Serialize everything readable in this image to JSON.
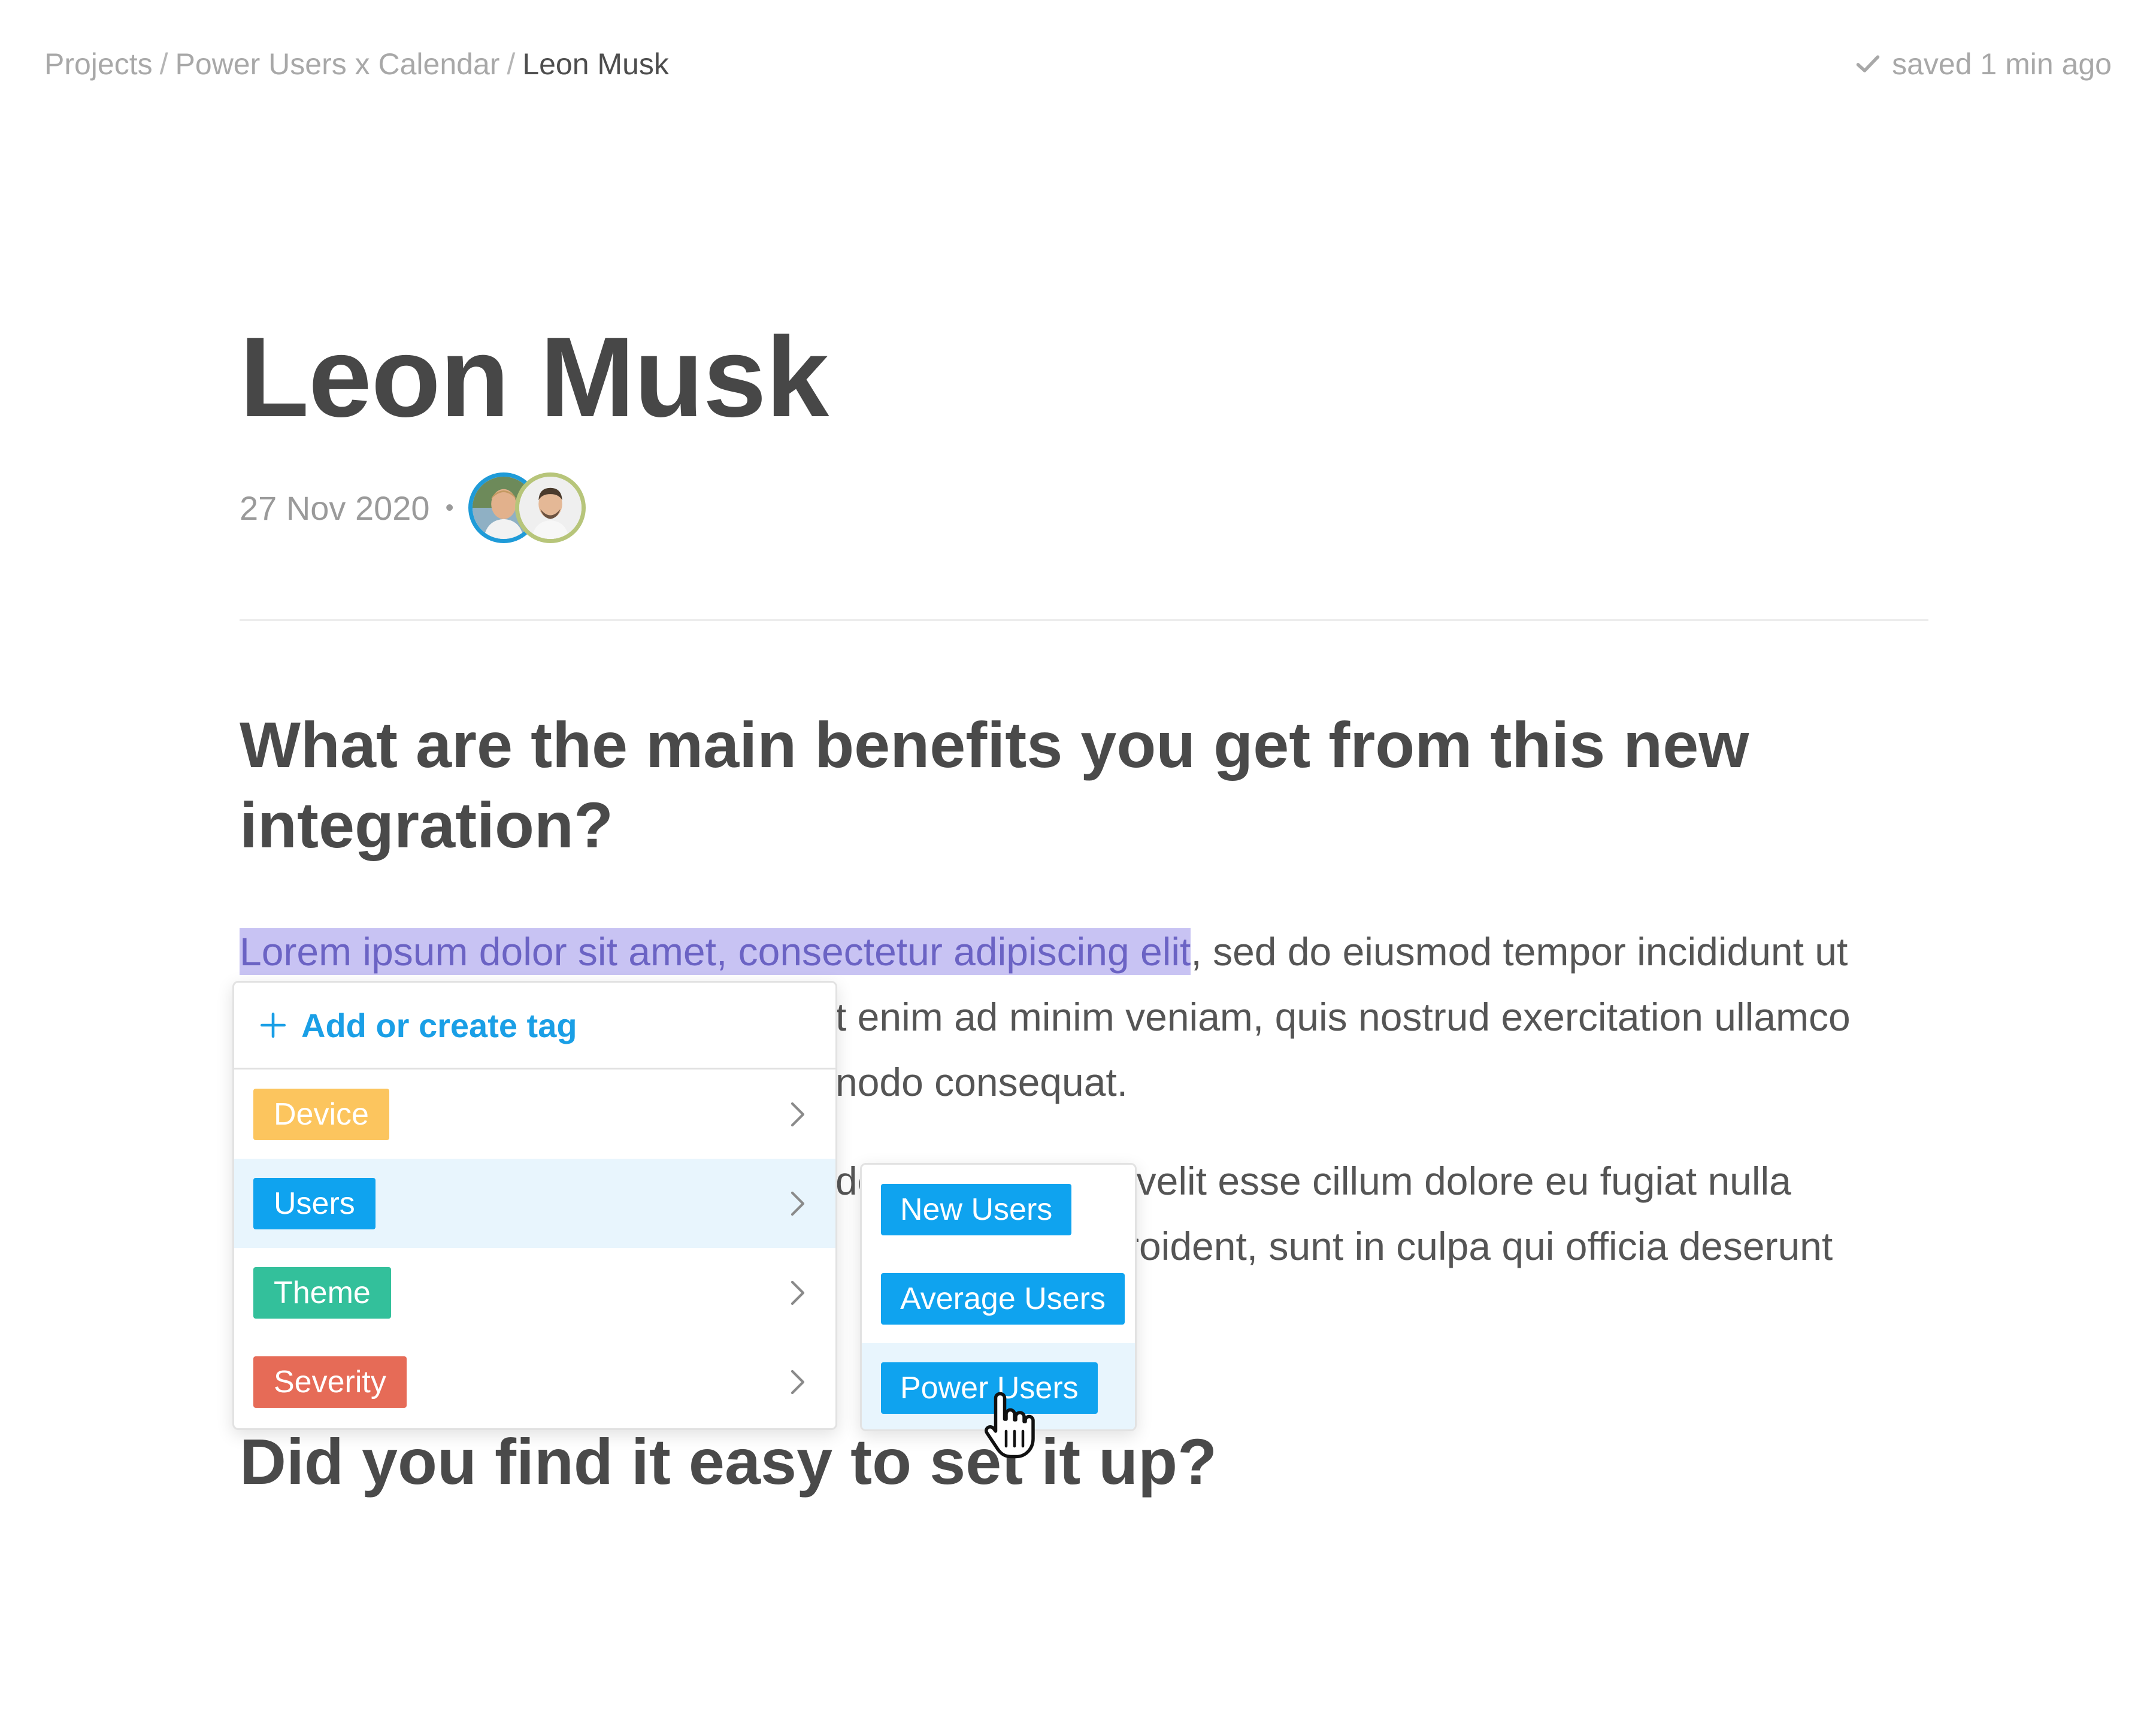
{
  "breadcrumb": {
    "items": [
      "Projects",
      "Power Users x Calendar"
    ],
    "separator": "/",
    "current": "Leon Musk"
  },
  "status": {
    "saved_text": "saved 1 min ago",
    "icon": "check-icon"
  },
  "document": {
    "title": "Leon Musk",
    "date": "27 Nov 2020",
    "meta_separator": "•",
    "question1": "What are the main benefits you get from this new integration?",
    "para1_highlight": "Lorem ipsum dolor sit amet, consectetur adipiscing elit",
    "para1_line1_rest": ", sed do eiusmod tempor incididunt ut",
    "para1_line2_visible": "t enim ad minim veniam, quis nostrud exercitation ullamco",
    "para1_line3_visible": "nodo consequat.",
    "para2_line1_visible": "derit in voluptate velit esse cillum dolore eu fugiat nulla",
    "para2_line2_visible": "roident, sunt in culpa qui officia deserunt",
    "question2": "Did you find it easy to set it up?"
  },
  "tag_menu": {
    "add_label": "Add or create tag",
    "items": [
      {
        "label": "Device",
        "color": "#fcc55e"
      },
      {
        "label": "Users",
        "color": "#0fa3ef"
      },
      {
        "label": "Theme",
        "color": "#33c09b"
      },
      {
        "label": "Severity",
        "color": "#e66b57"
      }
    ],
    "active_index": 1
  },
  "sub_menu": {
    "items": [
      {
        "label": "New Users",
        "color": "#0fa3ef"
      },
      {
        "label": "Average Users",
        "color": "#0fa3ef"
      },
      {
        "label": "Power Users",
        "color": "#0fa3ef"
      }
    ],
    "active_index": 2
  },
  "colors": {
    "accent": "#1a9fe6",
    "highlight_bg": "#c8c3f3",
    "highlight_text": "#6b63c4",
    "active_row": "#e8f5fd"
  }
}
